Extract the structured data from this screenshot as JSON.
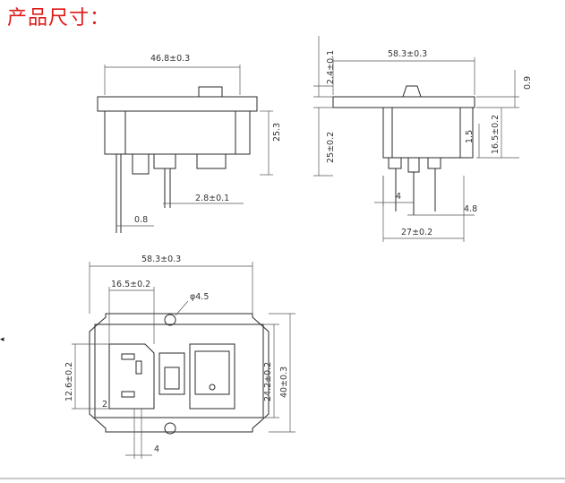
{
  "page": {
    "title": "产品尺寸："
  },
  "dimensions": {
    "top_left": {
      "width": "46.8±0.3",
      "height": "25.3",
      "pin_spacing": "2.8±0.1",
      "pin_thickness": "0.8"
    },
    "top_right": {
      "width": "58.3±0.3",
      "flange": "2.4±0.1",
      "edge": "0.9",
      "body_depth": "25±0.2",
      "pin_offset": "1.5",
      "height": "16.5±0.2",
      "pin_gap": "4",
      "pin_width": "4.8",
      "body_width": "27±0.2"
    },
    "bottom": {
      "width": "58.3±0.3",
      "socket_width": "16.5±0.2",
      "hole_dia": "φ4.5",
      "socket_height": "12.6±0.2",
      "pin_dim": "2",
      "inner_height": "24.2±0.2",
      "outer_height": "40±0.3",
      "bottom_gap": "4"
    }
  }
}
